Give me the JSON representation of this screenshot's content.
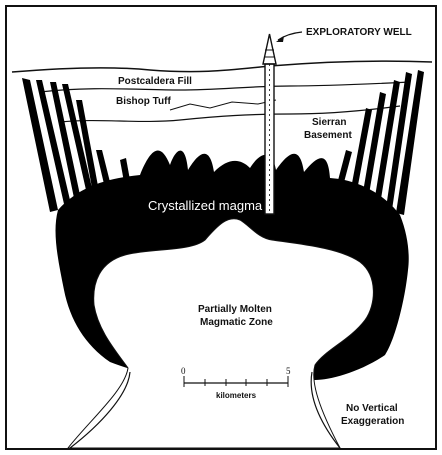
{
  "diagram": {
    "labels": {
      "exploratory_well": "EXPLORATORY WELL",
      "postcaldera_fill": "Postcaldera Fill",
      "bishop_tuff": "Bishop Tuff",
      "sierran_basement_1": "Sierran",
      "sierran_basement_2": "Basement",
      "crystallized_magma": "Crystallized magma",
      "molten_zone_1": "Partially Molten",
      "molten_zone_2": "Magmatic Zone",
      "no_vertical_1": "No Vertical",
      "no_vertical_2": "Exaggeration"
    },
    "scale_bar": {
      "start": "0",
      "end": "5",
      "unit": "kilometers"
    }
  }
}
